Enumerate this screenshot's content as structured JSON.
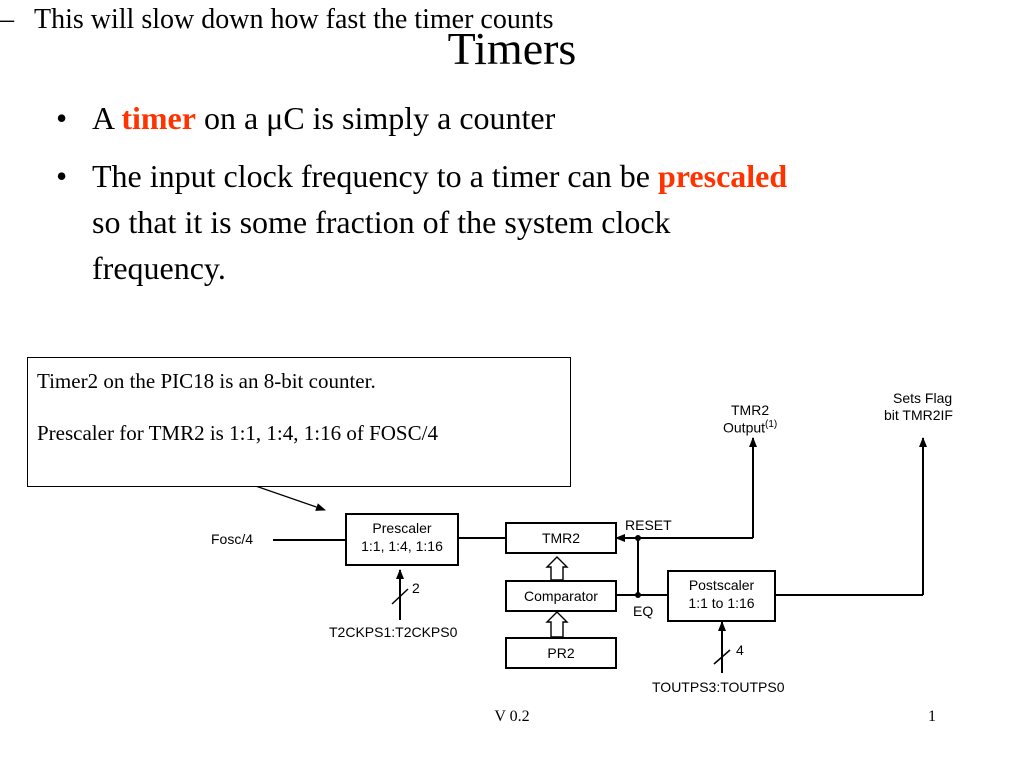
{
  "slide": {
    "title": "Timers",
    "bullets": [
      {
        "marker": "•",
        "parts": [
          "A ",
          "timer",
          " on a  μC is simply a counter"
        ]
      },
      {
        "marker": "•",
        "parts": [
          "The input clock frequency to a timer can be ",
          "prescaled",
          "so that it is some fraction of the system clock",
          "frequency."
        ]
      }
    ],
    "sub_bullet": {
      "marker": "–",
      "text": "This will slow down how fast the timer counts"
    },
    "callout": {
      "line1": "Timer2 on the PIC18 is an 8-bit counter.",
      "line2": "Prescaler for TMR2 is 1:1, 1:4, 1:16 of FOSC/4"
    },
    "footer": {
      "version": "V 0.2",
      "page": "1"
    },
    "highlight_color": "#ff3300"
  },
  "diagram": {
    "input_label": "Fosc/4",
    "prescaler": {
      "line1": "Prescaler",
      "line2": "1:1, 1:4, 1:16"
    },
    "prescaler_bits": "2",
    "prescaler_select": "T2CKPS1:T2CKPS0",
    "tmr2": "TMR2",
    "reset_label": "RESET",
    "comparator": "Comparator",
    "eq_label": "EQ",
    "pr2": "PR2",
    "output_label": {
      "line1": "TMR2",
      "line2": "Output",
      "note": "(1)"
    },
    "flag_label": {
      "line1": "Sets Flag",
      "line2": "bit TMR2IF"
    },
    "postscaler": {
      "line1": "Postscaler",
      "line2": "1:1 to 1:16"
    },
    "postscaler_bits": "4",
    "postscaler_select": "TOUTPS3:TOUTPS0"
  }
}
